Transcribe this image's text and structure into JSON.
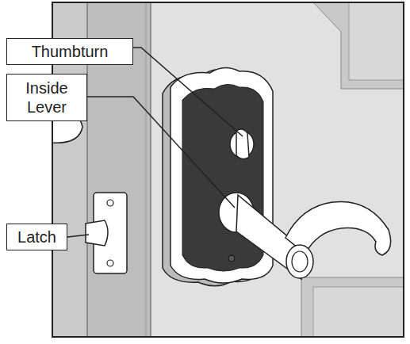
{
  "diagram": {
    "nodes": [
      {
        "text": [
          "Thumbturn"
        ]
      },
      {
        "text": [
          "Inside Lever"
        ]
      },
      {
        "text": [
          "Latch"
        ]
      }
    ]
  }
}
